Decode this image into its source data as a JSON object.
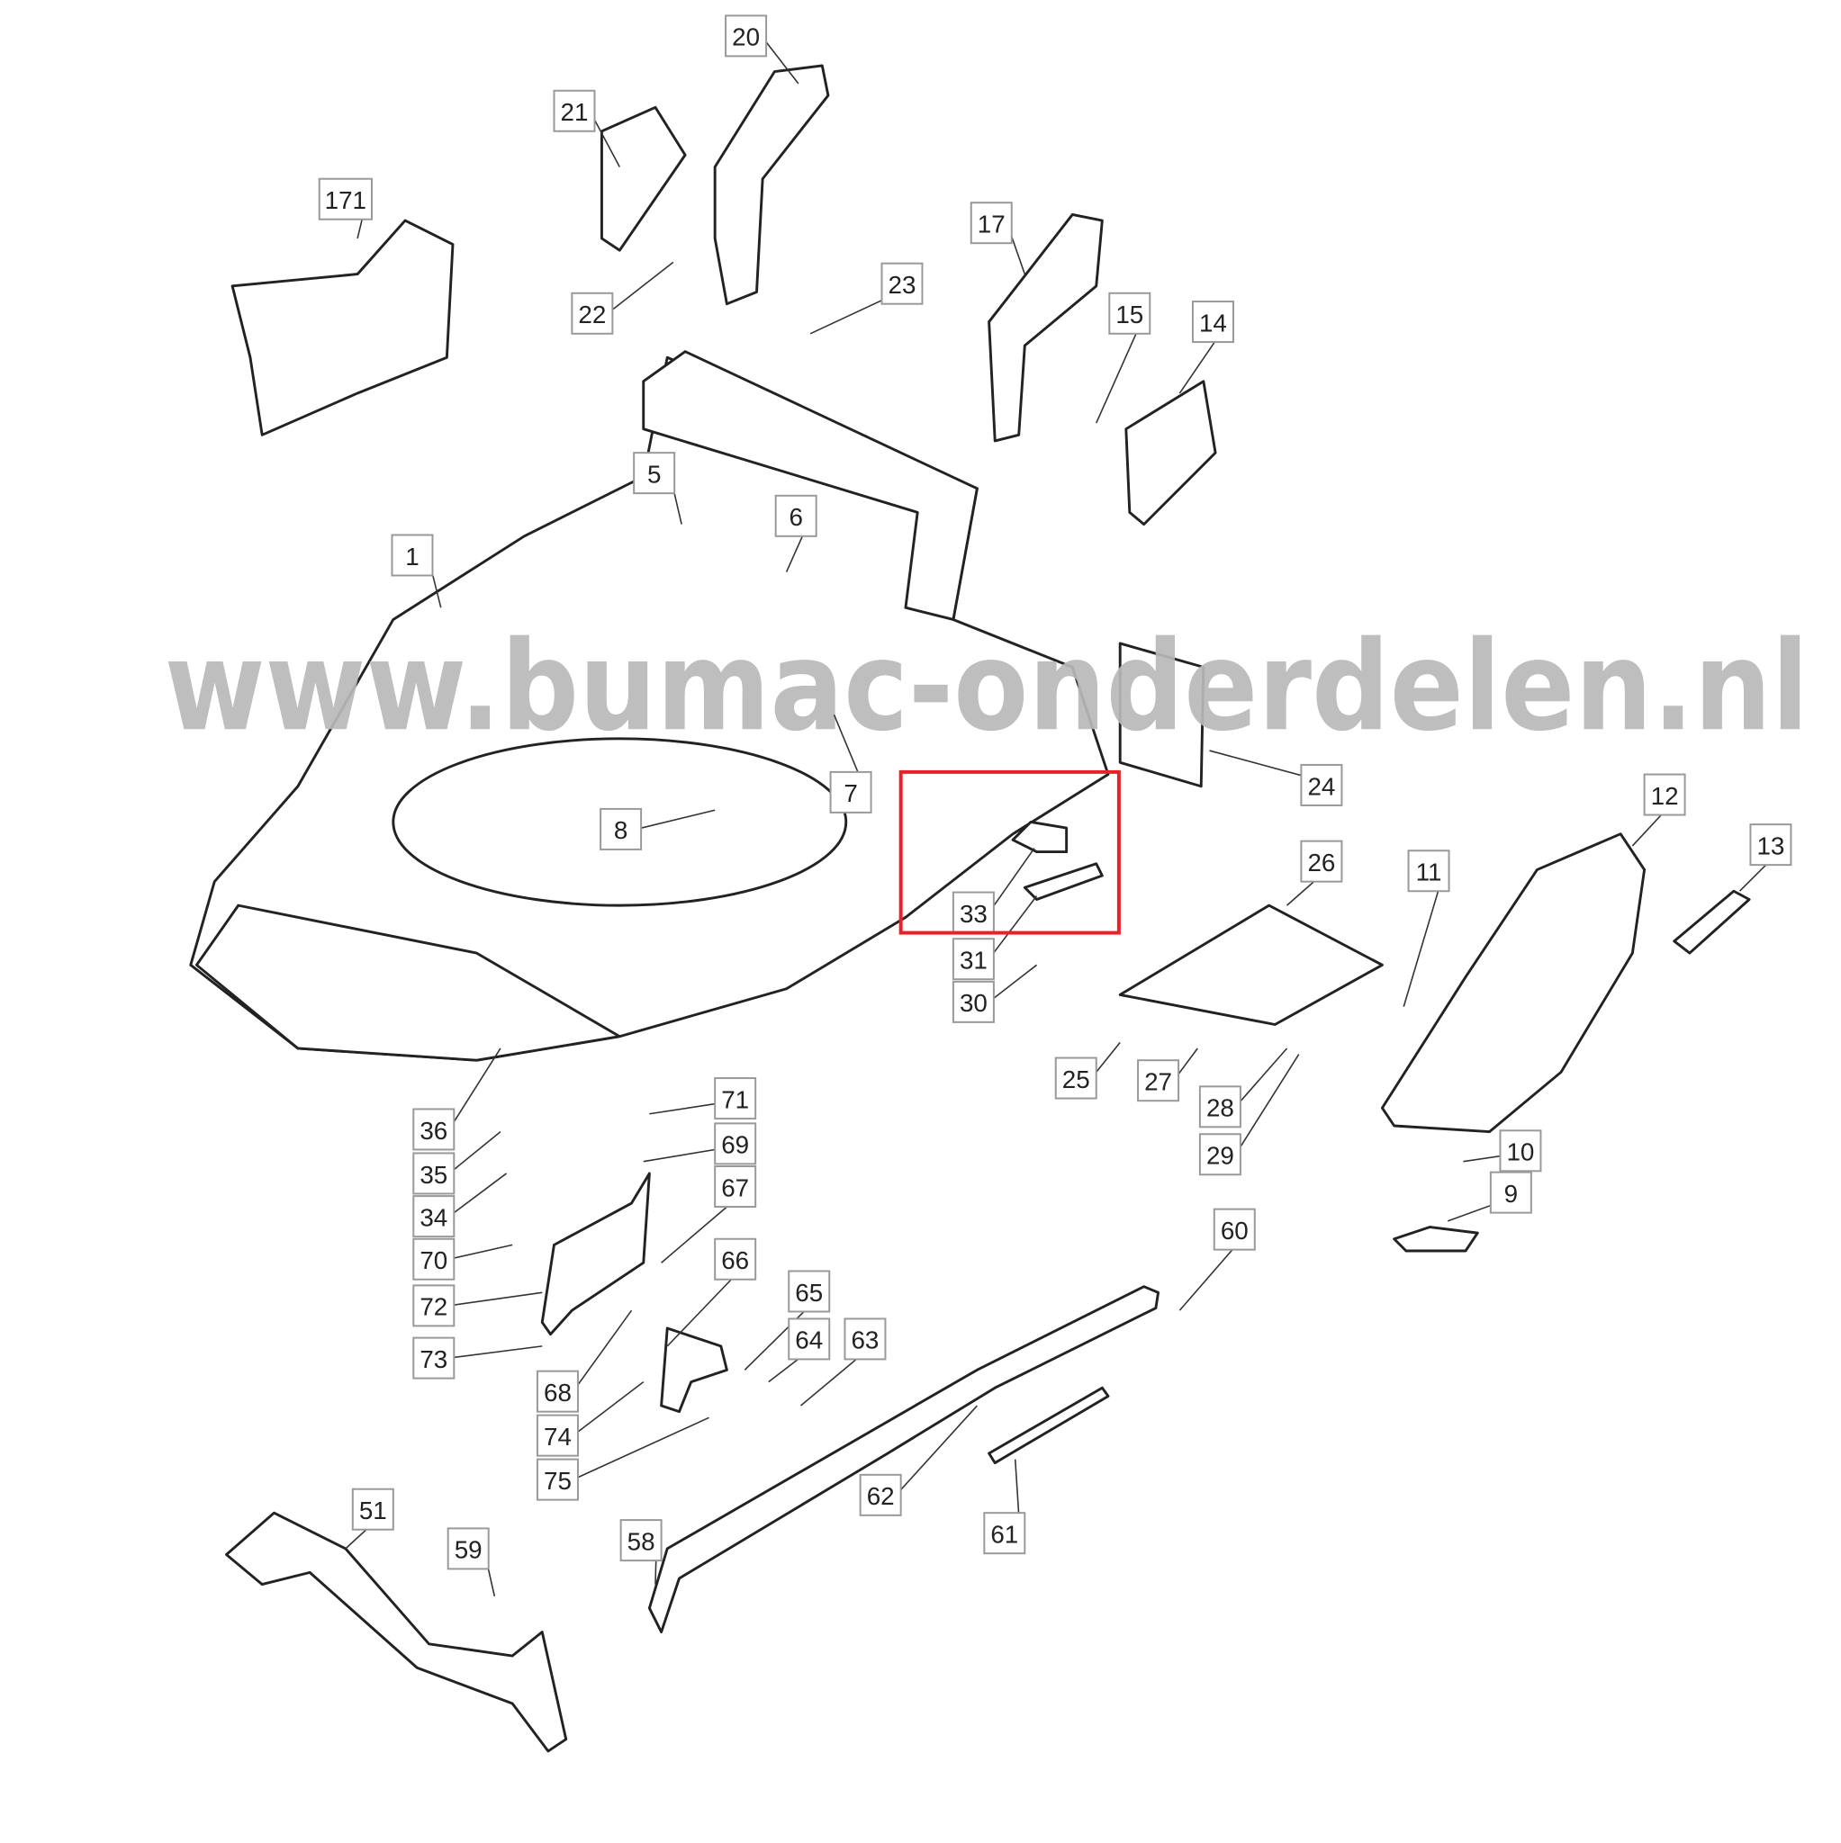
{
  "watermark": "www.bumac-onderdelen.nl",
  "highlight": {
    "part": "33",
    "box_color": "#e8202a",
    "label_bg": "#f7c96a"
  },
  "part_labels": [
    "20",
    "21",
    "171",
    "22",
    "23",
    "17",
    "15",
    "14",
    "5",
    "6",
    "1",
    "7",
    "24",
    "8",
    "12",
    "13",
    "11",
    "26",
    "33",
    "31",
    "30",
    "25",
    "27",
    "28",
    "29",
    "36",
    "35",
    "34",
    "70",
    "72",
    "73",
    "71",
    "69",
    "67",
    "66",
    "65",
    "64",
    "63",
    "68",
    "74",
    "75",
    "10",
    "9",
    "60",
    "62",
    "61",
    "51",
    "59",
    "58"
  ]
}
